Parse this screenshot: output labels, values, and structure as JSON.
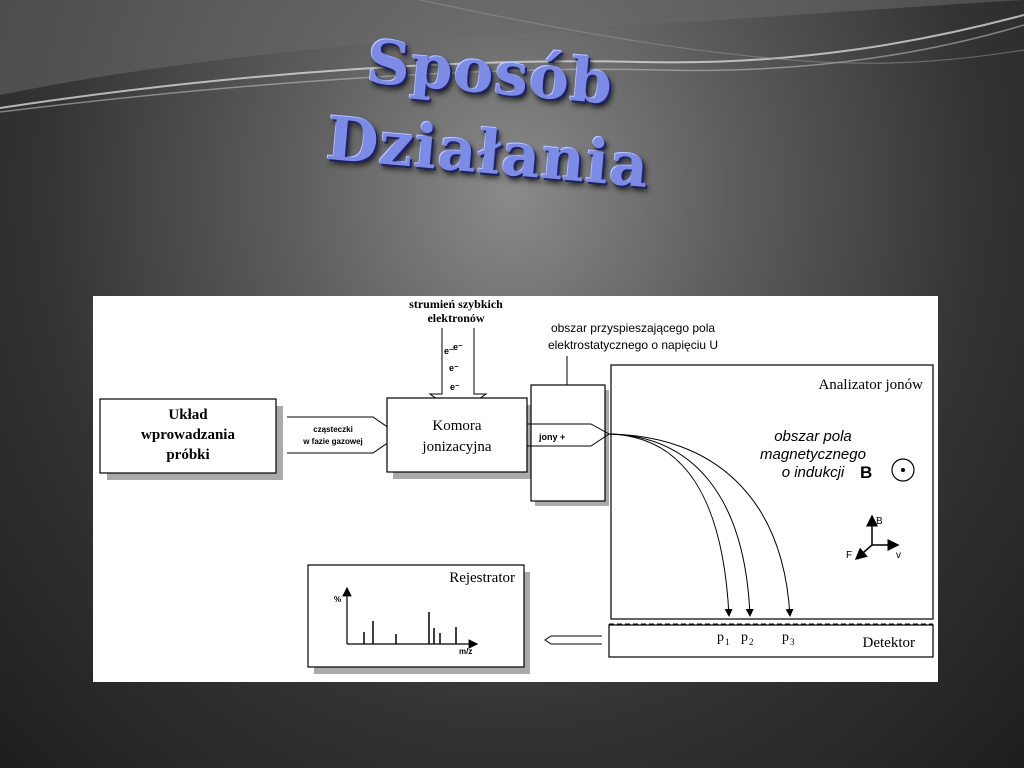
{
  "slide": {
    "title_line1": "Sposób",
    "title_line2": "Działania",
    "title_color": "#7b8be6"
  },
  "diagram": {
    "sample_box": [
      "Układ",
      "wprowadzania",
      "próbki"
    ],
    "gas_label": [
      "cząsteczki",
      "w fazie gazowej"
    ],
    "electron_label": [
      "strumień szybkich",
      "elektronów"
    ],
    "electron_symbol": "e⁻",
    "chamber_box": [
      "Komora",
      "jonizacyjna"
    ],
    "accel_label": [
      "obszar przyspieszającego pola",
      "elektrostatycznego o napięciu U"
    ],
    "ions_label": "jony +",
    "analyzer_title": "Analizator jonów",
    "field_label": [
      "obszar pola",
      "magnetycznego",
      "o indukcji"
    ],
    "field_symbol": "B",
    "axis_b": "B",
    "axis_f": "F",
    "axis_v": "v",
    "detector_label": "Detektor",
    "p1": "p",
    "p2": "p",
    "p3": "p",
    "sub1": "1",
    "sub2": "2",
    "sub3": "3",
    "recorder_title": "Rejestrator",
    "recorder_y": "%",
    "recorder_x": "m/z"
  }
}
